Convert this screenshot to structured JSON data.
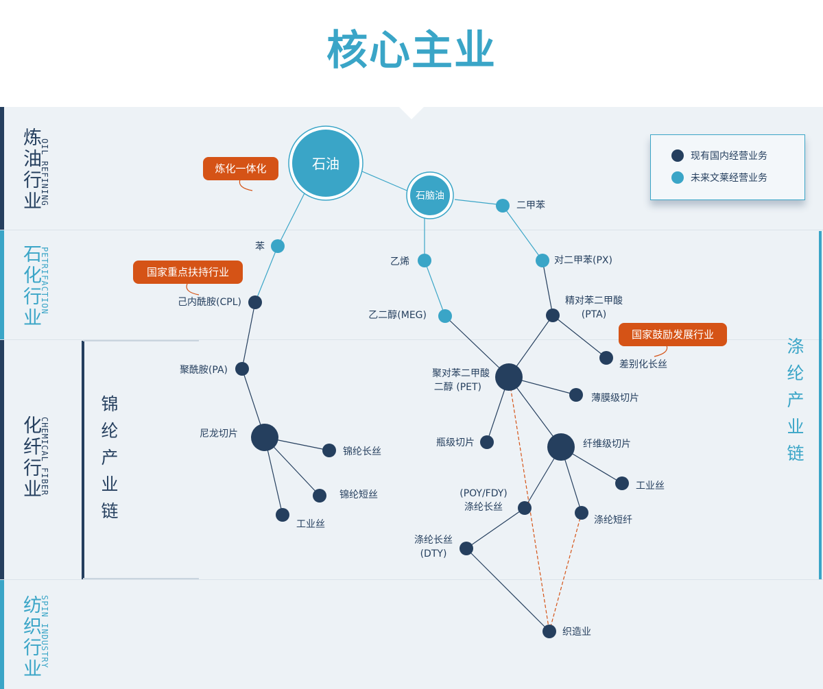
{
  "page": {
    "title": "核心主业"
  },
  "bands": {
    "oil": {
      "title_cn": "炼油行业",
      "title_en": "OIL REFINING"
    },
    "petro": {
      "title_cn": "石化行业",
      "title_en": "PETRIFACTION"
    },
    "fiber": {
      "title_cn": "化纤行业",
      "title_en": "CHEMICAL FIBER"
    },
    "spin": {
      "title_cn": "纺织行业",
      "title_en": "SPIN INDUSTRY"
    }
  },
  "chains": {
    "nylon": "锦纶产业链",
    "polyester": "涤纶产业链"
  },
  "legend": {
    "domestic": {
      "label": "现有国内经营业务",
      "color": "#253f5e"
    },
    "future": {
      "label": "未来文莱经营业务",
      "color": "#3aa5c7"
    }
  },
  "callouts": {
    "integration": "炼化一体化",
    "key_support": "国家重点扶持行业",
    "encouraged": "国家鼓励发展行业"
  },
  "colors": {
    "dark_node": "#253f5e",
    "light_node": "#3aa5c7",
    "accent": "#d55316"
  },
  "nodes": {
    "crude": "石油",
    "naphtha": "石脑油",
    "xylene": "二甲苯",
    "benzene": "苯",
    "ethylene": "乙烯",
    "px": "对二甲苯(PX)",
    "cpl": "己内酰胺(CPL)",
    "meg": "乙二醇(MEG)",
    "pta_1": "精对苯二甲酸",
    "pta_2": "(PTA)",
    "pa": "聚酰胺(PA)",
    "pet_1": "聚对苯二甲酸",
    "pet_2": "二醇 (PET)",
    "diff_filament": "差别化长丝",
    "film_chip": "薄膜级切片",
    "nylon_chip": "尼龙切片",
    "nylon_filament": "锦纶长丝",
    "nylon_staple": "锦纶短丝",
    "nylon_industrial": "工业丝",
    "bottle_chip": "瓶级切片",
    "fiber_chip": "纤维级切片",
    "polyester_industrial": "工业丝",
    "poy_1": "(POY/FDY)",
    "poy_2": "涤纶长丝",
    "polyester_staple": "涤纶短纤",
    "dty_1": "涤纶长丝",
    "dty_2": "(DTY)",
    "weaving": "织造业"
  }
}
